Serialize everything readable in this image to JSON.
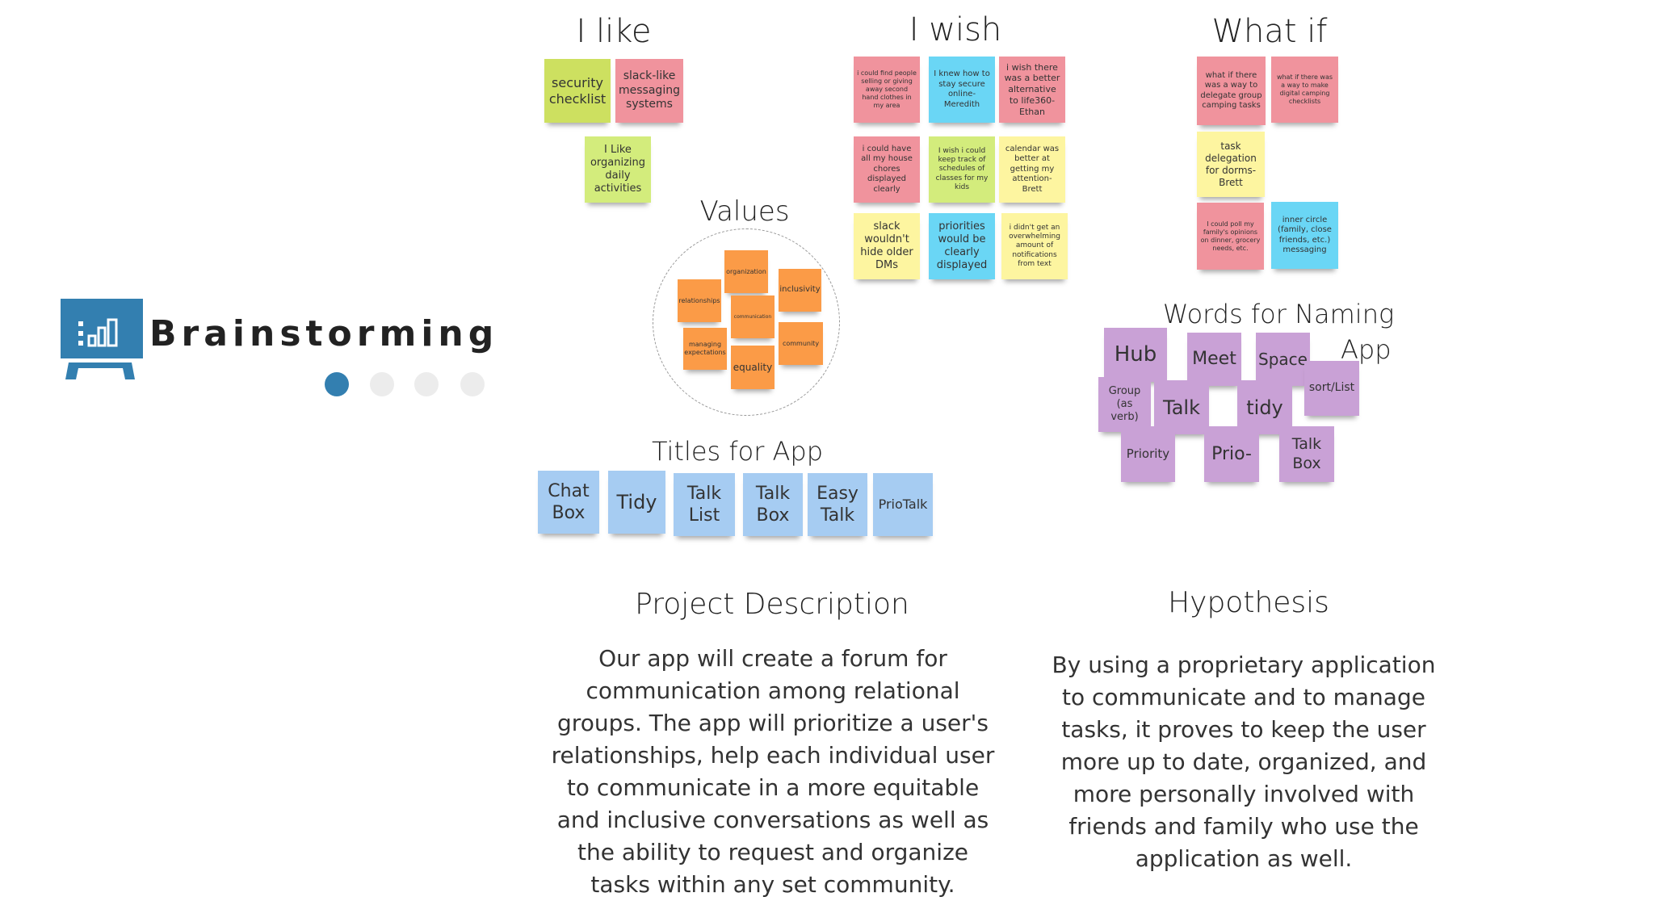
{
  "logo": {
    "title": "Brainstorming",
    "color": "#337fb0"
  },
  "pagination": {
    "dots": 4,
    "active": 1
  },
  "i_like": {
    "title": "I like",
    "notes": [
      "security checklist",
      "slack-like messaging systems",
      "I Like organizing daily activities"
    ]
  },
  "values": {
    "title": "Values",
    "notes": [
      "organization",
      "relationships",
      "inclusivity",
      "communication",
      "managing expectations",
      "community",
      "equality"
    ]
  },
  "i_wish": {
    "title": "I wish",
    "notes": [
      "i could find people selling or giving away second hand clothes in my area",
      "I knew how to stay secure online- Meredith",
      "i wish there was a better alternative to life360- Ethan",
      "i could have all my house chores displayed clearly",
      "I wish i could keep track of schedules of classes for my kids",
      "calendar was better at getting my attention- Brett",
      "slack wouldn't hide older DMs",
      "priorities would be clearly displayed",
      "i didn't get an overwhelming amount of notifications from text"
    ]
  },
  "what_if": {
    "title": "What if",
    "notes": [
      "what if there was a way to delegate group camping tasks",
      "what if there was a way to make digital camping checklists",
      "task delegation for dorms- Brett",
      "I could poll my family's opinions on dinner, grocery needs, etc.",
      "inner circle (family, close friends, etc.) messaging"
    ]
  },
  "titles_for_app": {
    "title": "Titles for App",
    "notes": [
      "Chat Box",
      "Tidy",
      "Talk List",
      "Talk Box",
      "Easy Talk",
      "PrioTalk"
    ]
  },
  "words_for_naming": {
    "title": "Words for Naming",
    "title2": "App",
    "notes": [
      "Hub",
      "Meet",
      "Space",
      "sort/List",
      "Group (as verb)",
      "Talk",
      "tidy",
      "Priority",
      "Prio-",
      "Talk Box"
    ]
  },
  "project_description": {
    "title": "Project Description",
    "text": "Our app will create a forum for communication among relational groups. The app will prioritize a user's relationships, help each individual user to communicate in a more equitable and inclusive conversations as well as the ability to request and organize tasks within any set community."
  },
  "hypothesis": {
    "title": "Hypothesis",
    "text": "By using a proprietary application to communicate and to manage tasks, it proves to keep the user more up to date, organized, and more personally involved with friends and family who use the application as well."
  }
}
